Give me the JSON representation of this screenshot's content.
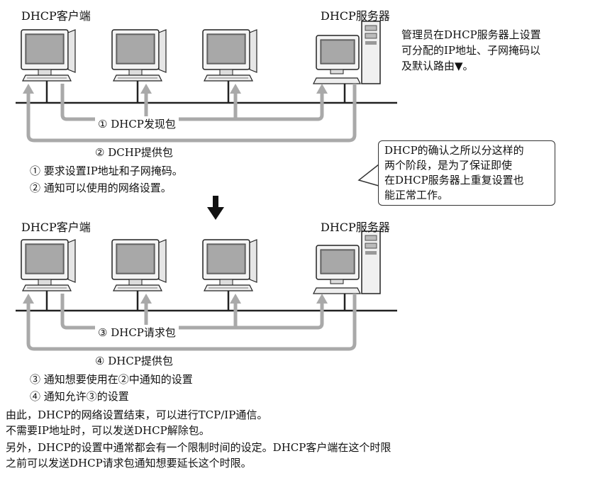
{
  "top": {
    "client_label": "DHCP客户端",
    "server_label": "DHCP服务器",
    "admin_note": [
      "管理员在DHCP服务器上设置",
      "可分配的IP地址、子网掩码以",
      "及默认路由▼。"
    ],
    "step1": "① DHCP发现包",
    "step2": "② DCHP提供包",
    "explain1": "① 要求设置IP地址和子网掩码。",
    "explain2": "② 通知可以使用的网络设置。"
  },
  "callout": {
    "lines": [
      "DHCP的确认之所以分这样的",
      "两个阶段，是为了保证即使",
      "在DHCP服务器上重复设置也",
      "能正常工作。"
    ]
  },
  "bottom": {
    "client_label": "DHCP客户端",
    "server_label": "DHCP服务器",
    "step3": "③ DHCP请求包",
    "step4": "④ DHCP提供包",
    "explain3": "③ 通知想要使用在②中通知的设置",
    "explain4": "④ 通知允许③的设置"
  },
  "footer": {
    "lines": [
      "由此，DHCP的网络设置结束，可以进行TCP/IP通信。",
      "不需要IP地址时，可以发送DHCP解除包。",
      "另外，DHCP的设置中通常都会有一个限制时间的设定。DHCP客户端在这个时限",
      "之前可以发送DHCP请求包通知想要延长这个时限。"
    ]
  },
  "colors": {
    "arrow": "#a9a9a9",
    "line": "#222222",
    "screen": "#8f8f8f"
  }
}
